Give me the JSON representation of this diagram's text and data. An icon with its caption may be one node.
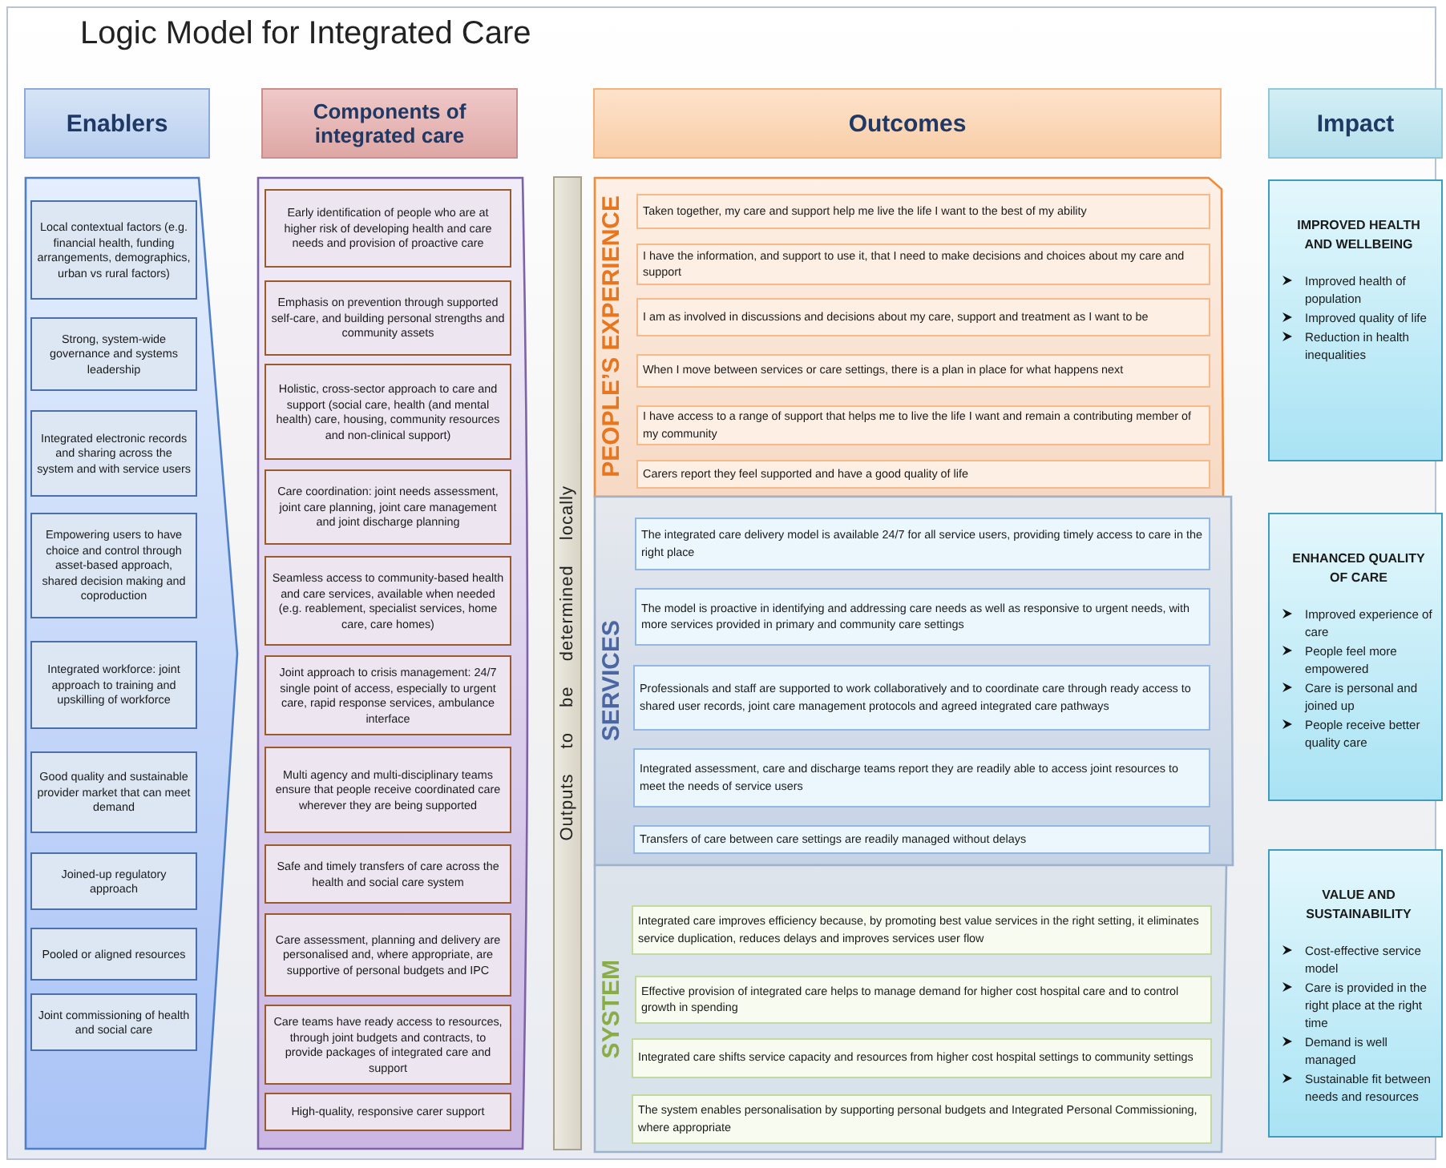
{
  "diagram": {
    "title": "Logic Model for Integrated Care",
    "nodes": [
      {
        "text": [
          "Enablers"
        ]
      },
      {
        "text": [
          "Components of integrated care"
        ]
      },
      {
        "text": [
          "Outcomes"
        ]
      },
      {
        "text": [
          "Impact"
        ]
      },
      {
        "text": [],
        "shape": "arrow"
      },
      {
        "text": [
          "Local contextual factors (e.g. financial health, funding arrangements, demographics, urban vs rural factors)"
        ],
        "in": 4
      },
      {
        "text": [
          "Strong, system-wide governance and systems leadership"
        ],
        "in": 4
      },
      {
        "text": [
          "Integrated electronic records and sharing across the system and with service users"
        ],
        "in": 4
      },
      {
        "text": [
          "Empowering users to have choice and control through asset-based approach, shared decision making and coproduction"
        ],
        "in": 4
      },
      {
        "text": [
          "Integrated workforce: joint approach to training and upskilling of workforce"
        ],
        "in": 4
      },
      {
        "text": [
          "Good quality and sustainable provider market that can meet demand"
        ],
        "in": 4
      },
      {
        "text": [
          "Joined-up regulatory approach"
        ],
        "in": 4
      },
      {
        "text": [
          "Pooled or aligned resources"
        ],
        "in": 4
      },
      {
        "text": [
          "Joint commissioning of health and social care"
        ],
        "in": 4
      },
      {
        "text": [],
        "shape": "box"
      },
      {
        "text": [
          "Early identification of people who are at higher risk of developing health and care needs and provision of proactive care"
        ],
        "in": 14
      },
      {
        "text": [
          "Emphasis on prevention through supported self-care, and building personal strengths and community assets"
        ],
        "in": 14
      },
      {
        "text": [
          "Holistic, cross-sector approach to care and support (social care, health (and mental health) care, housing, community resources and non-clinical support)"
        ],
        "in": 14
      },
      {
        "text": [
          "Care coordination: joint needs assessment, joint care planning, joint care management and joint discharge planning"
        ],
        "in": 14
      },
      {
        "text": [
          "Seamless access to community-based health and care services, available when needed (e.g. reablement, specialist services, home care, care homes)"
        ],
        "in": 14
      },
      {
        "text": [
          "Joint approach to crisis management: 24/7 single point of access, especially to urgent care, rapid response services, ambulance interface"
        ],
        "in": 14
      },
      {
        "text": [
          "Multi agency and multi-disciplinary teams ensure that people receive coordinated care wherever they are being supported"
        ],
        "in": 14
      },
      {
        "text": [
          "Safe and timely transfers of care across the health and social care system"
        ],
        "in": 14
      },
      {
        "text": [
          "Care assessment, planning and delivery are personalised and, where appropriate, are supportive of personal budgets and IPC"
        ],
        "in": 14
      },
      {
        "text": [
          "Care teams have ready access to resources, through joint budgets and contracts, to provide packages of integrated care and support"
        ],
        "in": 14
      },
      {
        "text": [
          "High-quality, responsive carer support"
        ],
        "in": 14
      },
      {
        "text": [
          "Outputs to be determined locally"
        ]
      },
      {
        "text": [
          "PEOPLE’S EXPERIENCE"
        ]
      },
      {
        "text": [
          "Taken together, my care and support help me live the life I want to the best of my ability"
        ],
        "in": 27
      },
      {
        "text": [
          "I have the information, and support to use it, that I need to make decisions and choices about my care and support"
        ],
        "in": 27
      },
      {
        "text": [
          "I am as involved in discussions and decisions about my care, support and treatment as I want to be"
        ],
        "in": 27
      },
      {
        "text": [
          "When I move between services or care settings, there is a plan in place for what happens next"
        ],
        "in": 27
      },
      {
        "text": [
          "I have access to a range of support that helps me to live the life I want and remain a contributing member of my community"
        ],
        "in": 27
      },
      {
        "text": [
          "Carers report they feel supported and have a good quality of life"
        ],
        "in": 27
      },
      {
        "text": [
          "SERVICES"
        ]
      },
      {
        "text": [
          "The integrated care delivery model is available 24/7 for all service users, providing timely access to care in the right place"
        ],
        "in": 34
      },
      {
        "text": [
          "The model is proactive in identifying and addressing care needs as well as responsive to urgent needs, with more services provided in primary and community care settings"
        ],
        "in": 34
      },
      {
        "text": [
          "Professionals and staff are supported to work collaboratively and to coordinate care through ready access to shared user records, joint care management protocols and agreed integrated care pathways"
        ],
        "in": 34
      },
      {
        "text": [
          "Integrated assessment, care and discharge teams report they are readily able to access joint resources to meet the needs of service users"
        ],
        "in": 34
      },
      {
        "text": [
          "Transfers of care between care settings are readily managed without delays"
        ],
        "in": 34
      },
      {
        "text": [
          "SYSTEM"
        ]
      },
      {
        "text": [
          "Integrated care improves efficiency because, by promoting best value services in the right setting, it eliminates service duplication, reduces delays and improves services user flow"
        ],
        "in": 40
      },
      {
        "text": [
          "Effective provision of integrated care helps to manage demand for higher cost hospital care and to control growth in spending"
        ],
        "in": 40
      },
      {
        "text": [
          "Integrated care shifts service capacity and resources from higher cost hospital settings to community settings"
        ],
        "in": 40
      },
      {
        "text": [
          "The system enables personalisation by supporting personal budgets and Integrated Personal Commissioning, where appropriate"
        ],
        "in": 40
      },
      {
        "text": [
          "IMPROVED HEALTH AND WELLBEING",
          "Improved health of population",
          "Improved quality of life",
          "Reduction in health inequalities"
        ]
      },
      {
        "text": [
          "ENHANCED QUALITY OF CARE",
          "Improved experience of care",
          "People feel more empowered",
          "Care is personal and joined up",
          "People receive better quality care"
        ]
      },
      {
        "text": [
          "VALUE AND SUSTAINABILITY",
          "Cost-effective service model",
          "Care is provided in the right place at the right time",
          "Demand is well managed",
          "Sustainable fit between needs and resources"
        ]
      }
    ]
  }
}
